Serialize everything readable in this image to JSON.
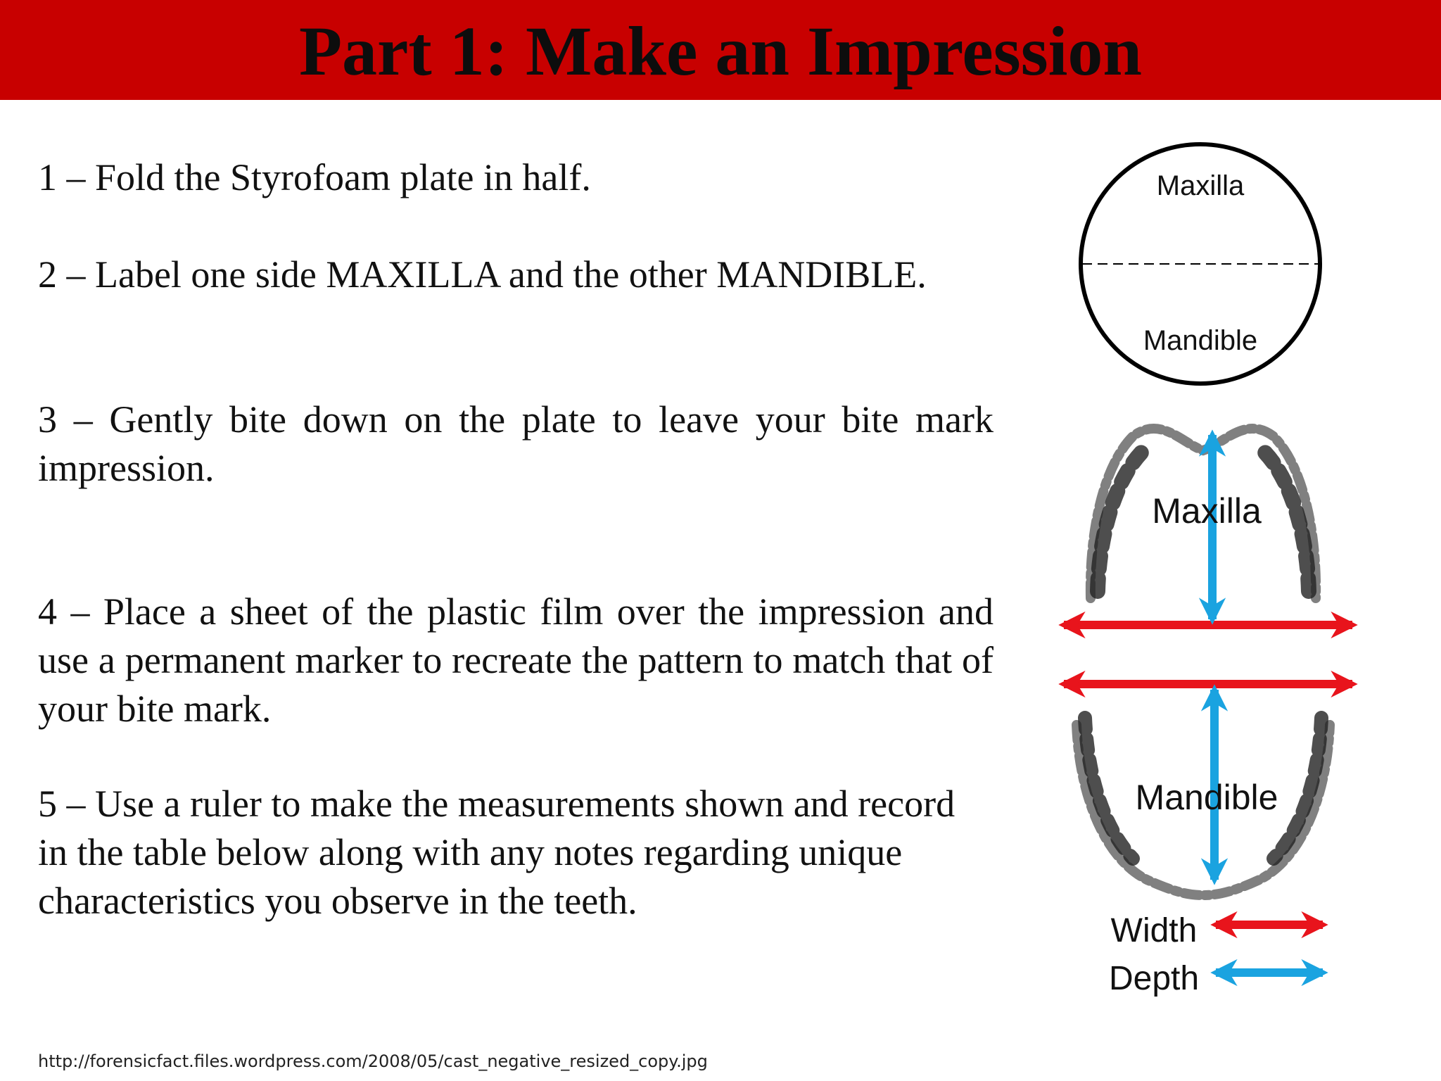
{
  "title": "Part 1: Make an Impression",
  "steps": [
    "1 – Fold the Styrofoam plate in half.",
    "2 – Label one side MAXILLA and the other MANDIBLE.",
    "3 – Gently bite down on the plate to leave your bite mark impression.",
    "4 – Place a sheet of the plastic film over the impression and use a permanent marker to recreate the pattern to match that of your bite mark.",
    "5 –  Use a ruler to make the measurements shown and record in the table below along with any notes regarding unique characteristics you observe in the teeth."
  ],
  "plate_diagram": {
    "top_label": "Maxilla",
    "bottom_label": "Mandible"
  },
  "bite_diagram": {
    "upper_label": "Maxilla",
    "lower_label": "Mandible",
    "width_color": "#e8141c",
    "depth_color": "#1aa3e0"
  },
  "legend": {
    "width_label": "Width",
    "depth_label": "Depth"
  },
  "source_url": "http://forensicfact.files.wordpress.com/2008/05/cast_negative_resized_copy.jpg",
  "colors": {
    "title_bar": "#c80000"
  }
}
